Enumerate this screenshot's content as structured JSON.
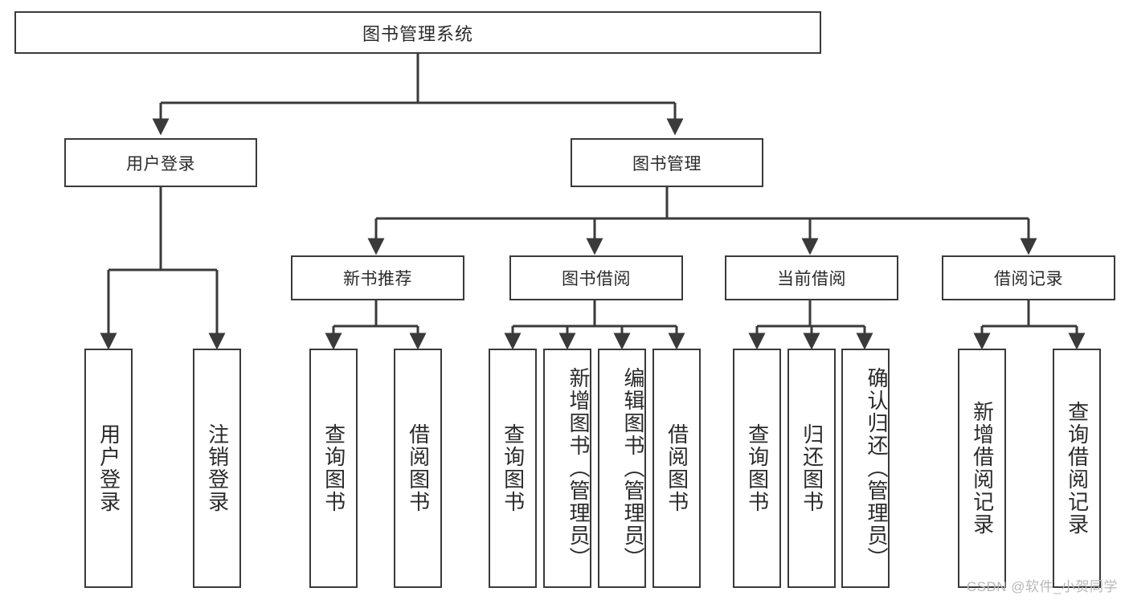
{
  "diagram": {
    "title": "图书管理系统",
    "watermark": "CSDN @软件_小贺同学",
    "stroke_color": "#3a3a3a",
    "fill_color": "#ffffff",
    "text_color": "#2b2b2b",
    "nodes": {
      "root": "图书管理系统",
      "l2": [
        {
          "id": "user_login",
          "label": "用户登录"
        },
        {
          "id": "book_mgmt",
          "label": "图书管理"
        }
      ],
      "l3": [
        {
          "id": "new_book_rec",
          "label": "新书推荐"
        },
        {
          "id": "book_borrow",
          "label": "图书借阅"
        },
        {
          "id": "current_borrow",
          "label": "当前借阅"
        },
        {
          "id": "borrow_record",
          "label": "借阅记录"
        }
      ],
      "leaves": [
        {
          "id": "leaf_user_login",
          "label": "用户登录",
          "parent": "user_login"
        },
        {
          "id": "leaf_user_logout",
          "label": "注销登录",
          "parent": "user_login"
        },
        {
          "id": "leaf_query_book_1",
          "label": "查询图书",
          "parent": "new_book_rec"
        },
        {
          "id": "leaf_borrow_book_1",
          "label": "借阅图书",
          "parent": "new_book_rec"
        },
        {
          "id": "leaf_query_book_2",
          "label": "查询图书",
          "parent": "book_borrow"
        },
        {
          "id": "leaf_add_book",
          "label": "新增图书（管理员）",
          "parent": "book_borrow"
        },
        {
          "id": "leaf_edit_book",
          "label": "编辑图书（管理员）",
          "parent": "book_borrow"
        },
        {
          "id": "leaf_borrow_book_2",
          "label": "借阅图书",
          "parent": "book_borrow"
        },
        {
          "id": "leaf_query_book_3",
          "label": "查询图书",
          "parent": "current_borrow"
        },
        {
          "id": "leaf_return_book",
          "label": "归还图书",
          "parent": "current_borrow"
        },
        {
          "id": "leaf_confirm_return",
          "label": "确认归还（管理员）",
          "parent": "current_borrow"
        },
        {
          "id": "leaf_add_record",
          "label": "新增借阅记录",
          "parent": "borrow_record"
        },
        {
          "id": "leaf_query_record",
          "label": "查询借阅记录",
          "parent": "borrow_record"
        }
      ]
    }
  }
}
